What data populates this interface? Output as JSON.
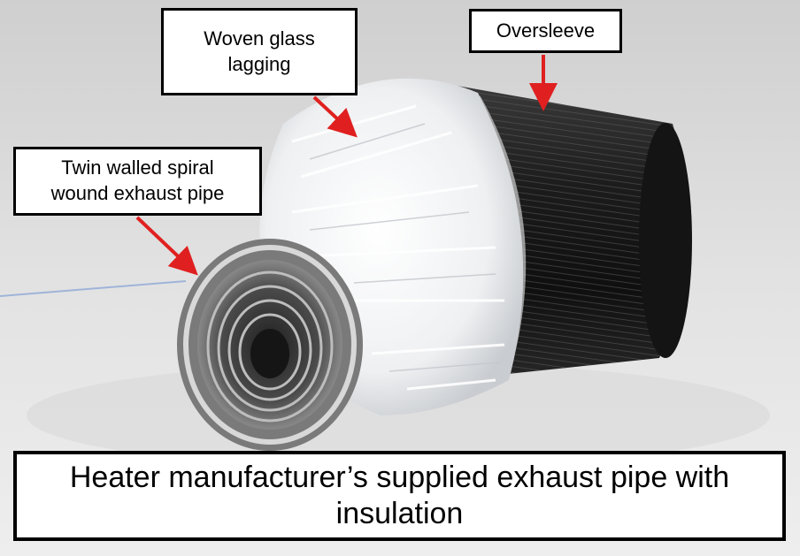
{
  "labels": {
    "woven_glass": "Woven glass\nlagging",
    "oversleeve": "Oversleeve",
    "twin_walled": "Twin walled spiral\nwound exhaust pipe"
  },
  "caption": "Heater manufacturer’s supplied exhaust pipe with insulation",
  "colors": {
    "arrow": "#e02020",
    "box_border": "#000000",
    "box_fill": "#ffffff"
  }
}
